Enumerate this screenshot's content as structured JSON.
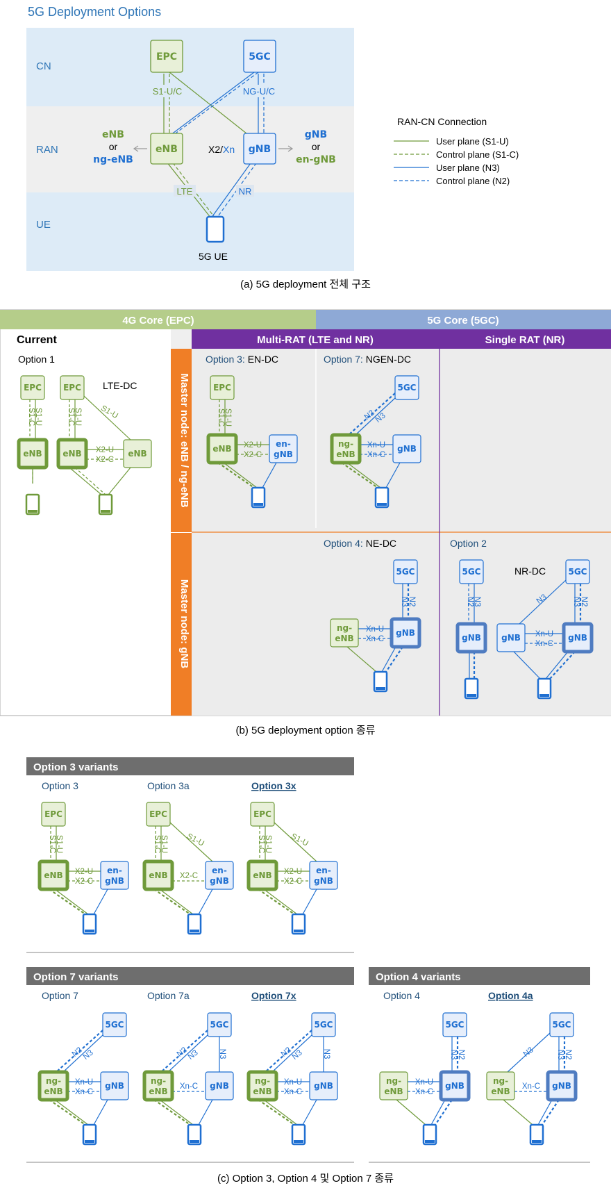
{
  "title": "5G Deployment Options",
  "colors": {
    "green": "#6f9a3a",
    "greenFill": "#e8f0d8",
    "blue": "#1f6fd1",
    "blueFill": "#e6eefb",
    "navy": "#1f4e79",
    "orange": "#f07e26",
    "purple": "#7030a0",
    "grayBar": "#6e6e6e",
    "epcBar": "#b5cd8a",
    "fgcBar": "#8ea9d6"
  },
  "icons": [
    "phone-icon",
    "left-arrow-icon",
    "right-arrow-icon"
  ],
  "a": {
    "layers": [
      "CN",
      "RAN",
      "UE"
    ],
    "nodes": {
      "epc": "EPC",
      "fgc": "5GC",
      "enb": "eNB",
      "gnb": "gNB"
    },
    "links": {
      "s1": "S1-U/C",
      "ng": "NG-U/C",
      "x2": "X2/",
      "xn": "Xn",
      "lte": "LTE",
      "nr": "NR"
    },
    "left_variant": [
      "eNB",
      "or",
      "ng-eNB"
    ],
    "right_variant": [
      "gNB",
      "or",
      "en-gNB"
    ],
    "ue": "5G UE",
    "legend": {
      "title": "RAN-CN Connection",
      "items": [
        "User plane (S1-U)",
        "Control plane (S1-C)",
        "User plane (N3)",
        "Control plane (N2)"
      ]
    },
    "caption": "(a) 5G deployment 전체 구조"
  },
  "b": {
    "core_4g": "4G Core (EPC)",
    "core_5g": "5G Core (5GC)",
    "current": "Current",
    "multi_rat": "Multi-RAT (LTE and NR)",
    "single_rat": "Single RAT (NR)",
    "master_enb": "Master node: eNB / ng-eNB",
    "master_gnb": "Master node: gNB",
    "opt1": "Option 1",
    "ltedc": "LTE-DC",
    "opt3": [
      "Option 3: ",
      "EN-DC"
    ],
    "opt7": [
      "Option 7: ",
      "NGEN-DC"
    ],
    "opt4": [
      "Option 4: ",
      "NE-DC"
    ],
    "opt2": "Option 2",
    "nrdc": "NR-DC",
    "labels": {
      "s1u": "S1-U",
      "s1c": "S1-C",
      "x2u": "X2-U",
      "x2c": "X2-C",
      "xnu": "Xn-U",
      "xnc": "Xn-C",
      "n2": "N2",
      "n3": "N3",
      "epc": "EPC",
      "fgc": "5GC",
      "enb": "eNB",
      "gnb": "gNB",
      "en": "en-",
      "gnb2": "gNB",
      "ng": "ng-",
      "enb2": "eNB"
    },
    "caption": "(b) 5G deployment option 종류"
  },
  "c": {
    "v3": {
      "header": "Option 3 variants",
      "options": [
        "Option 3",
        "Option 3a",
        "Option 3x"
      ]
    },
    "v7": {
      "header": "Option 7 variants",
      "options": [
        "Option 7",
        "Option 7a",
        "Option 7x"
      ]
    },
    "v4": {
      "header": "Option 4 variants",
      "options": [
        "Option 4",
        "Option 4a"
      ]
    },
    "caption": "(c) Option 3, Option 4 및 Option 7 종류"
  }
}
